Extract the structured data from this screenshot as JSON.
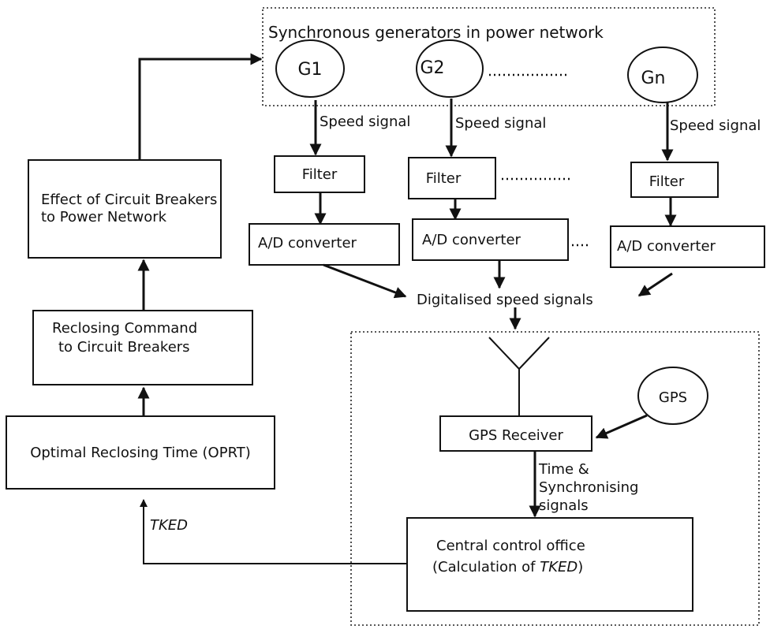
{
  "top_group": {
    "title": "Synchronous generators in power network"
  },
  "generators": [
    {
      "label": "G1",
      "signal": "Speed signal"
    },
    {
      "label": "G2",
      "signal": "Speed signal"
    },
    {
      "label": "Gn",
      "signal": "Speed signal"
    }
  ],
  "filters": [
    "Filter",
    "Filter",
    "Filter"
  ],
  "converters": [
    "A/D converter",
    "A/D converter",
    "A/D converter"
  ],
  "digitalised": "Digitalised speed signals",
  "gps": {
    "node": "GPS",
    "receiver": "GPS Receiver",
    "signals": [
      "Time &",
      "Synchronising",
      "signals"
    ]
  },
  "control_office": {
    "line1": "Central control office",
    "line2_prefix": "(Calculation of ",
    "line2_italic": "TKED",
    "line2_suffix": ")"
  },
  "left_chain": {
    "effect": [
      "Effect of Circuit Breakers",
      "to Power Network"
    ],
    "reclosing": [
      "Reclosing Command",
      "to Circuit Breakers"
    ],
    "oprt": "Optimal Reclosing Time (OPRT)",
    "tked_label": "TKED"
  }
}
